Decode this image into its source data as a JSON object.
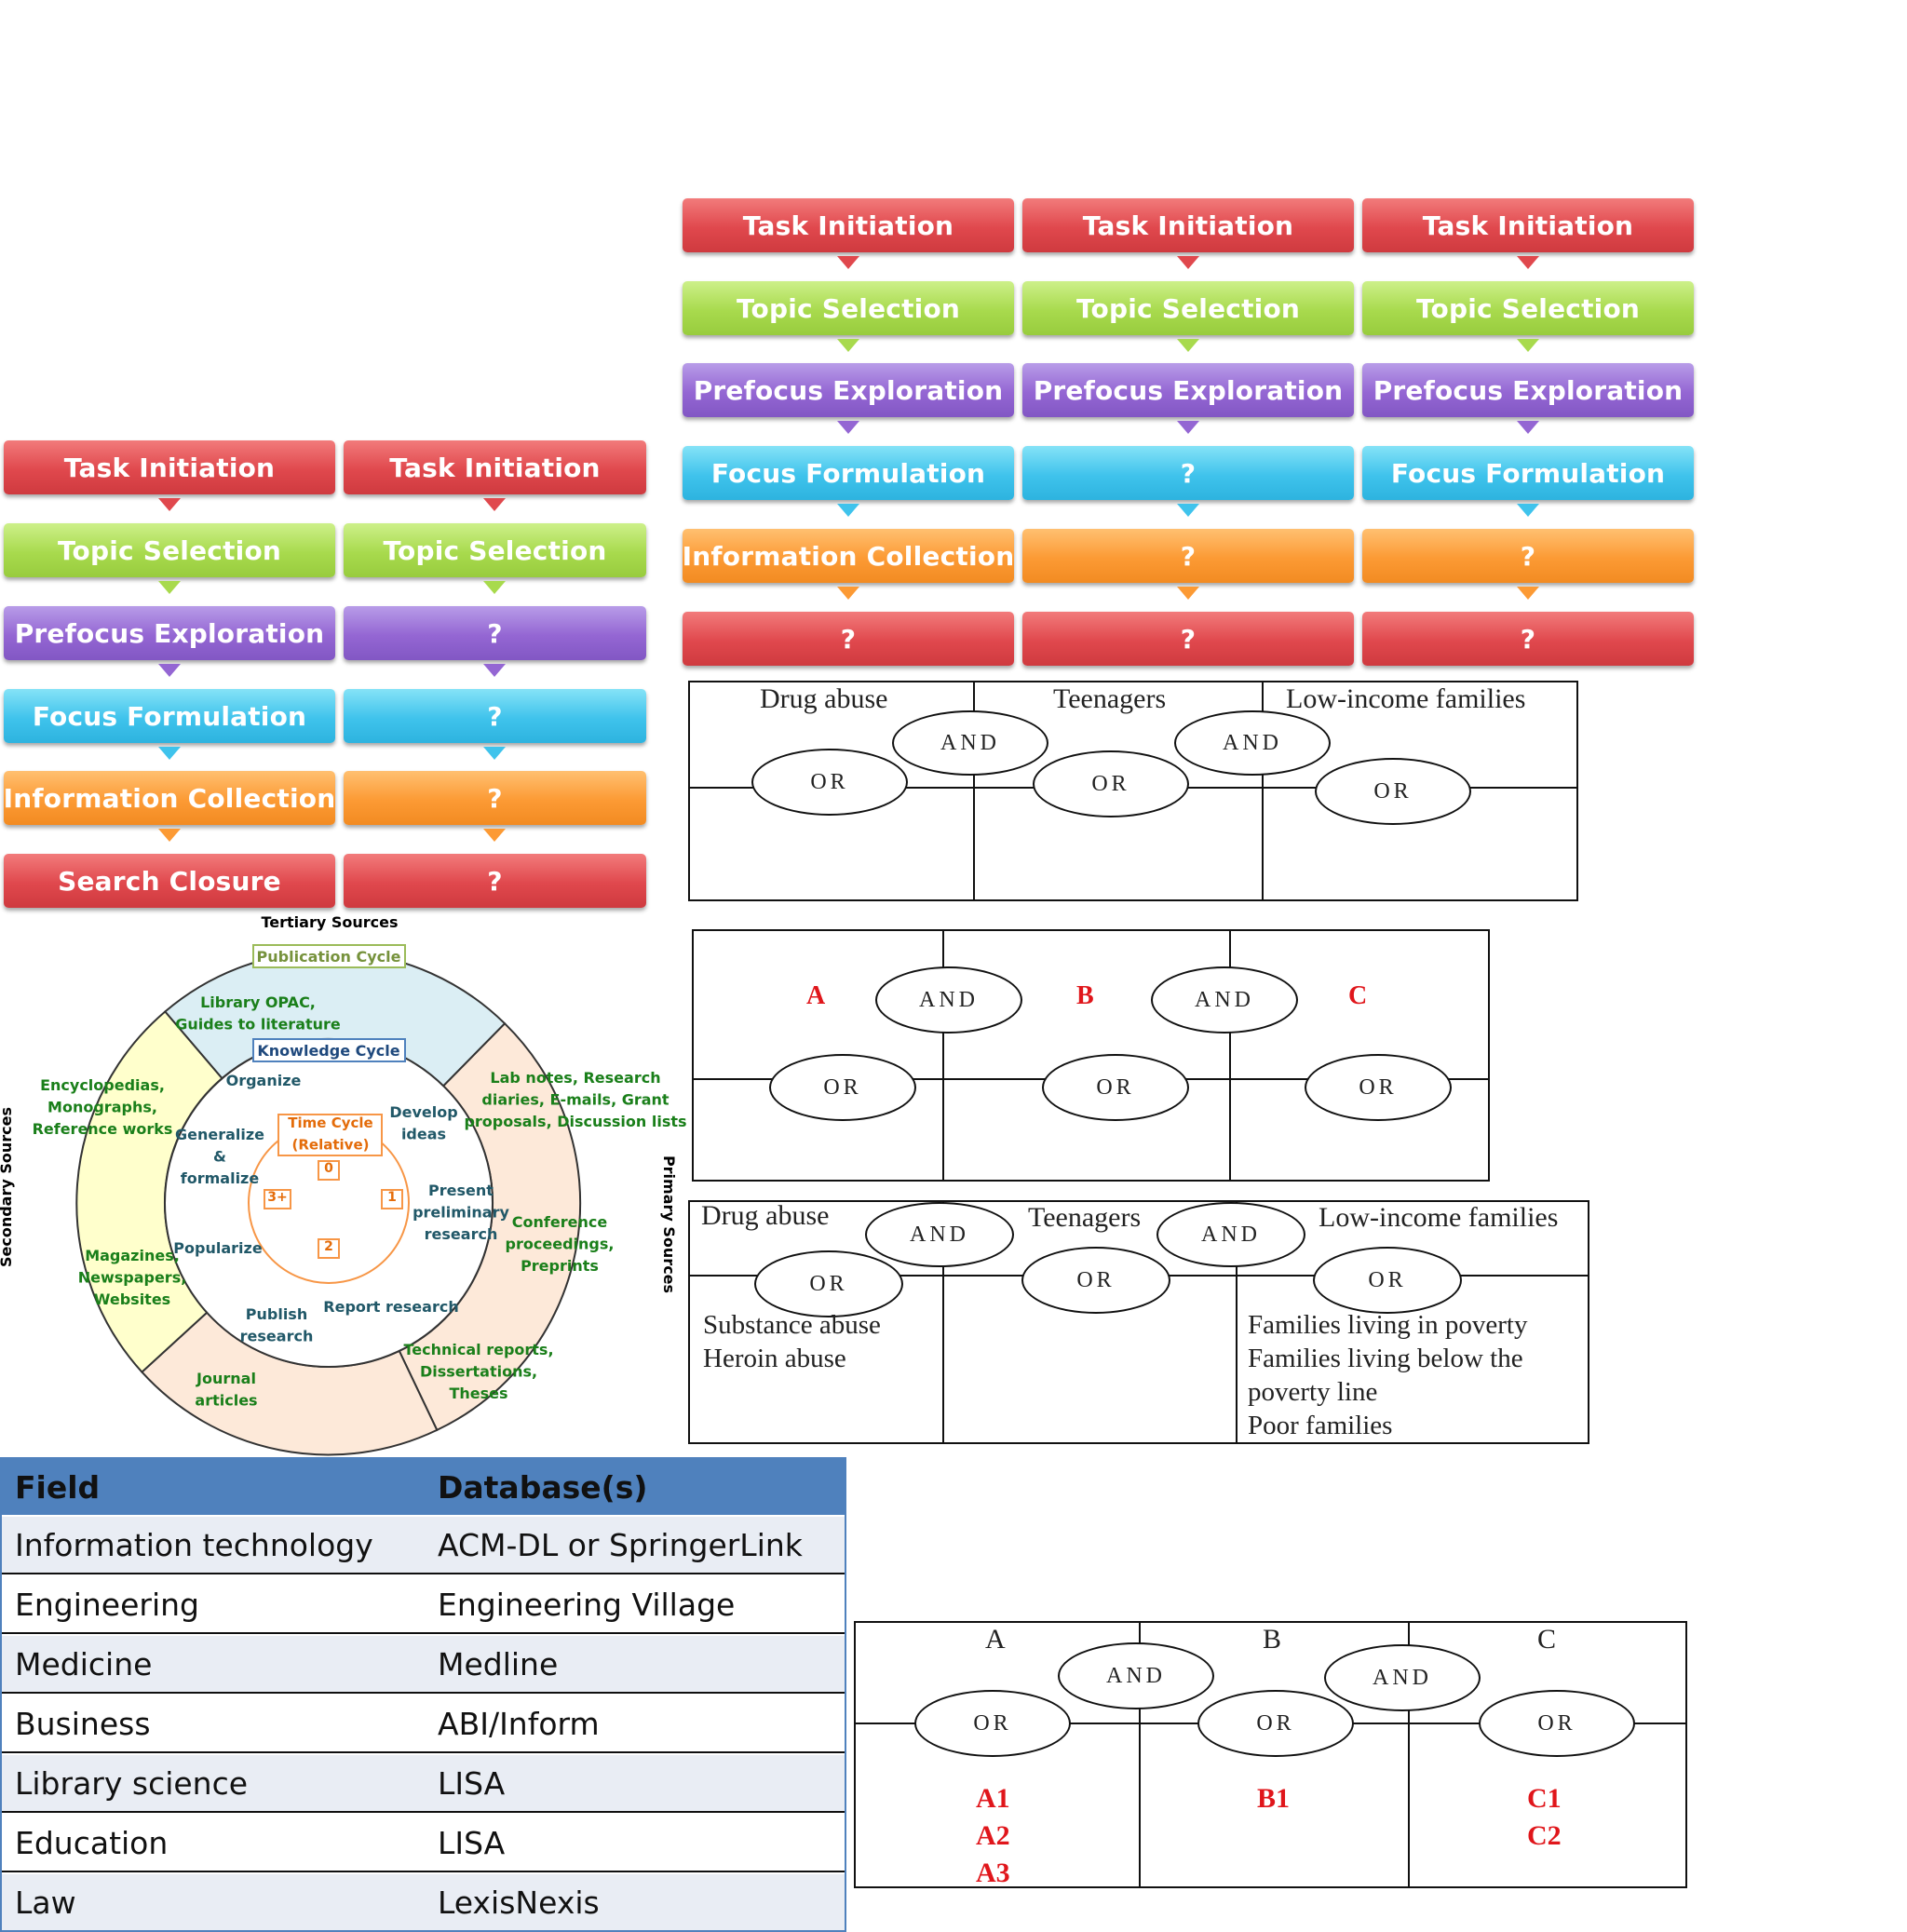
{
  "labels": {
    "task": "Task Initiation",
    "topic": "Topic Selection",
    "prefocus": "Prefocus Exploration",
    "focus": "Focus Formulation",
    "info": "Information Collection",
    "closure": "Search Closure",
    "unknown": "?"
  },
  "columns": [
    {
      "id": "L1",
      "steps": [
        "Task Initiation",
        "Topic Selection",
        "Prefocus Exploration",
        "Focus Formulation",
        "Information Collection",
        "Search Closure"
      ]
    },
    {
      "id": "L2",
      "steps": [
        "Task Initiation",
        "Topic Selection",
        "?",
        "?",
        "?",
        "?"
      ]
    },
    {
      "id": "T1",
      "steps": [
        "Task Initiation",
        "Topic Selection",
        "Prefocus Exploration",
        "Focus Formulation",
        "Information Collection",
        "?"
      ]
    },
    {
      "id": "T2",
      "steps": [
        "Task Initiation",
        "Topic Selection",
        "Prefocus Exploration",
        "?",
        "?",
        "?"
      ]
    },
    {
      "id": "T3",
      "steps": [
        "Task Initiation",
        "Topic Selection",
        "Prefocus Exploration",
        "Focus Formulation",
        "?",
        "?"
      ]
    }
  ],
  "boolean": {
    "and": "AND",
    "or": "OR",
    "grid1": {
      "a": "Drug abuse",
      "b": "Teenagers",
      "c": "Low-income families"
    },
    "grid2": {
      "a": "A",
      "b": "B",
      "c": "C"
    },
    "grid3": {
      "a": "Drug abuse",
      "b": "Teenagers",
      "c": "Low-income families",
      "a_terms": "Substance abuse\nHeroin abuse",
      "c_terms": "Families living in poverty\nFamilies living below the\npoverty line\nPoor families"
    },
    "grid4": {
      "a": "A",
      "b": "B",
      "c": "C",
      "a_terms": "A1\nA2\nA3",
      "b_terms": "B1",
      "c_terms": "C1\nC2"
    }
  },
  "cycle": {
    "tertiary": "Tertiary Sources",
    "secondary": "Secondary Sources",
    "primary": "Primary Sources",
    "publication_cycle": "Publication Cycle",
    "knowledge_cycle": "Knowledge Cycle",
    "time_cycle": "Time Cycle\n(Relative)",
    "t0": "0",
    "t1": "1",
    "t2": "2",
    "t3": "3+",
    "opac": "Library OPAC,\nGuides to literature",
    "ency": "Encyclopedias,\nMonographs,\nReference works",
    "mags": "Magazines,\nNewspapers,\nWebsites",
    "journal": "Journal\narticles",
    "lab": "Lab notes, Research\ndiaries, E-mails, Grant\nproposals, Discussion lists",
    "conf": "Conference\nproceedings,\nPreprints",
    "tech": "Technical reports,\nDissertations,\nTheses",
    "organize": "Organize",
    "develop": "Develop\nideas",
    "present": "Present\npreliminary\nresearch",
    "report": "Report research",
    "publish": "Publish\nresearch",
    "popularize": "Popularize",
    "generalize": "Generalize\n&\nformalize"
  },
  "table": {
    "headers": [
      "Field",
      "Database(s)"
    ],
    "rows": [
      [
        "Information technology",
        "ACM-DL or SpringerLink"
      ],
      [
        "Engineering",
        "Engineering Village"
      ],
      [
        "Medicine",
        "Medline"
      ],
      [
        "Business",
        "ABI/Inform"
      ],
      [
        "Library science",
        "LISA"
      ],
      [
        "Education",
        "LISA"
      ],
      [
        "Law",
        "LexisNexis"
      ]
    ]
  }
}
